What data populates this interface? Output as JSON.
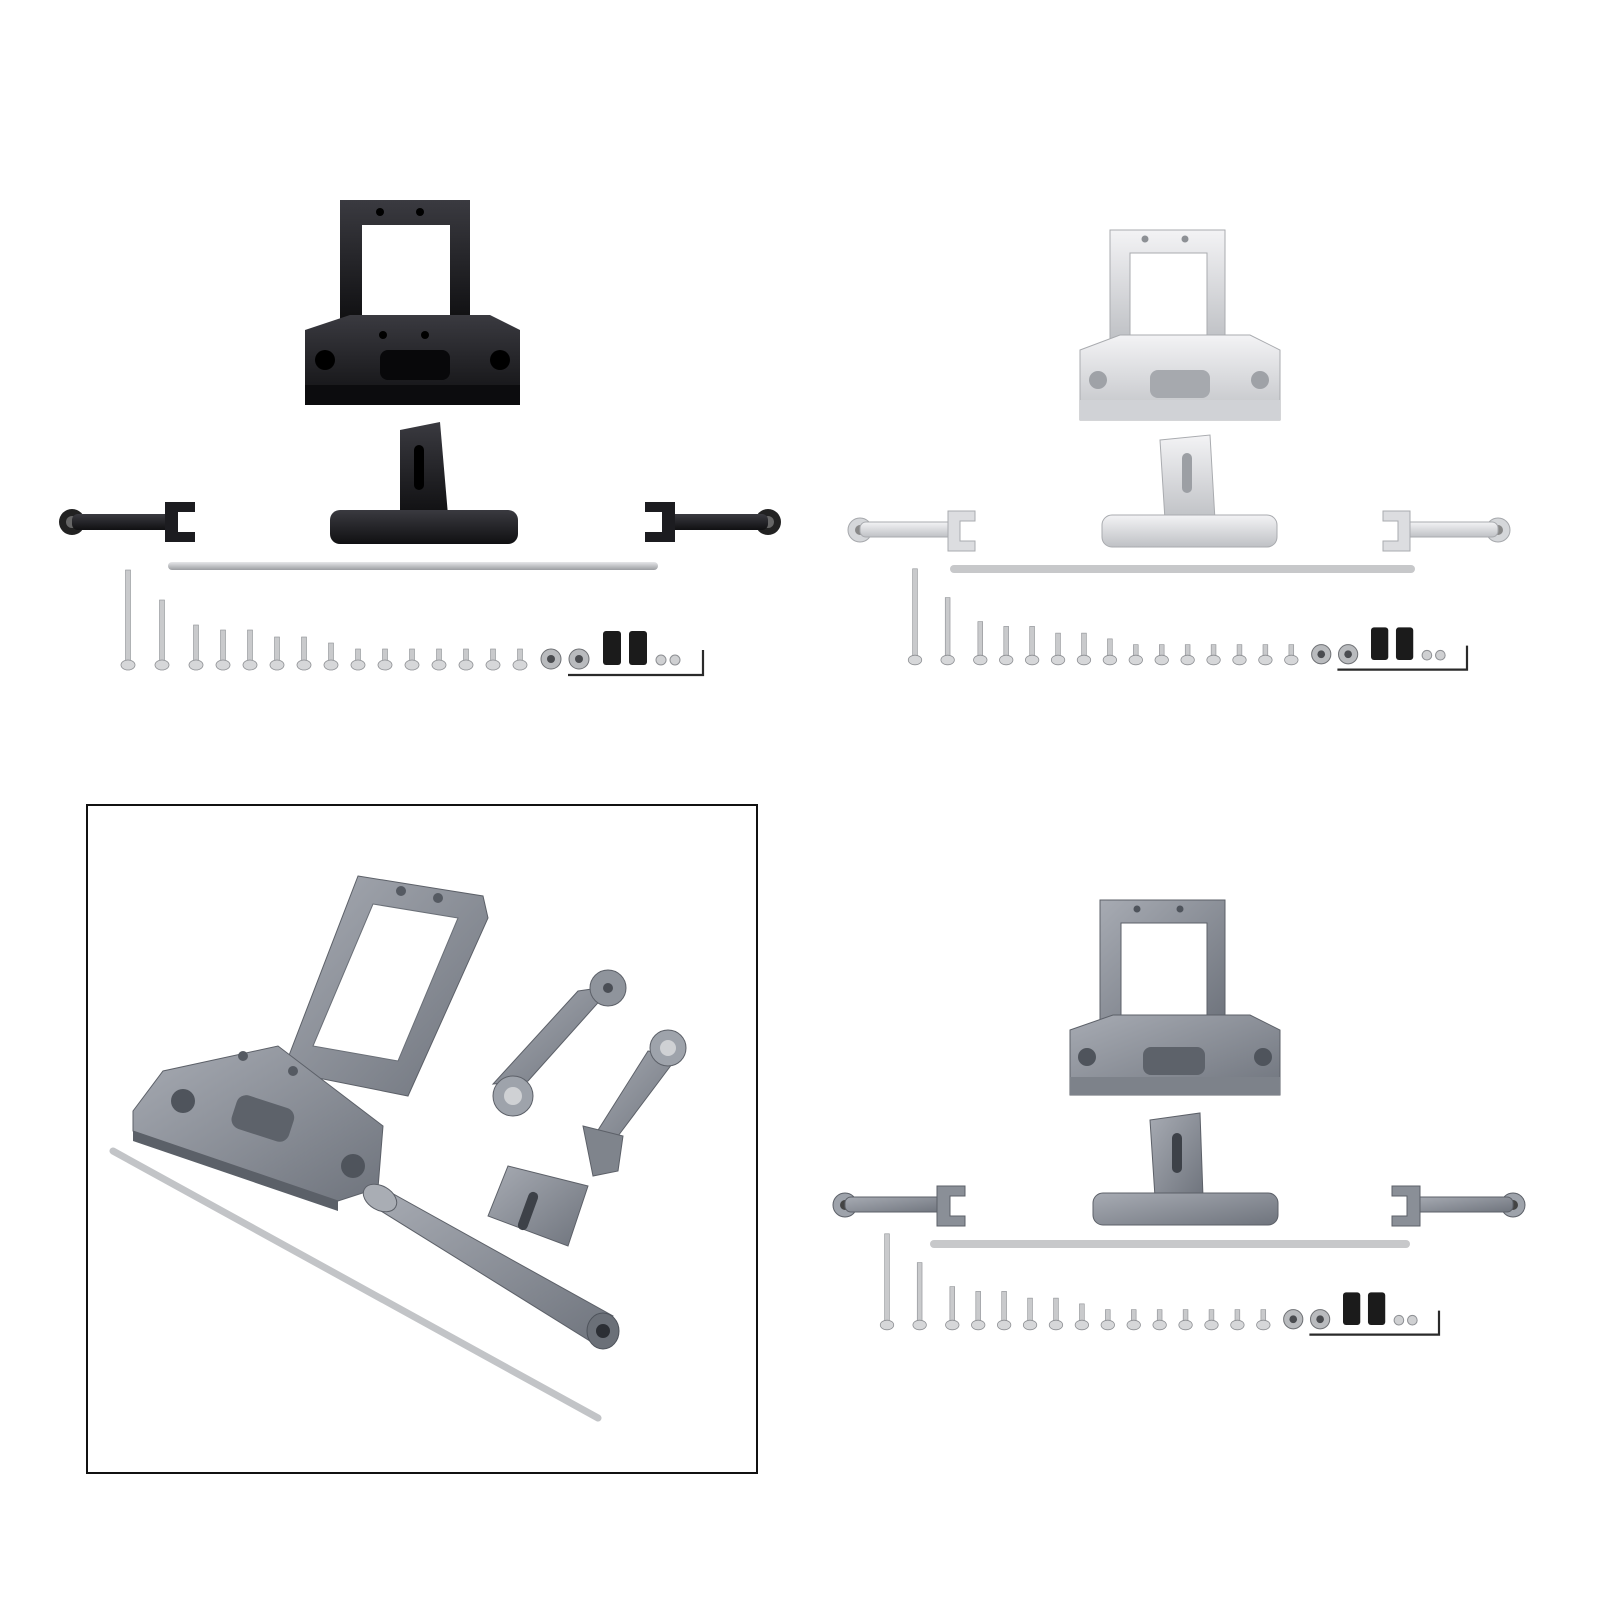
{
  "image": {
    "background": "#ffffff",
    "variants": [
      {
        "name": "black-kit",
        "color": "#1f1f22",
        "shade": "#0d0d0f",
        "highlight": "#4a4a50"
      },
      {
        "name": "silver-kit",
        "color": "#d9dadd",
        "shade": "#b4b6ba",
        "highlight": "#f2f2f4"
      },
      {
        "name": "titanium-kit",
        "color": "#8d929b",
        "shade": "#6d727b",
        "highlight": "#b5b9c0"
      }
    ],
    "hardware": {
      "screw": "#c9cacc",
      "standoff": "#1b1b1b",
      "rod": "#c7c8ca",
      "wrench": "#2a2a2a"
    },
    "frame_color": "#111111"
  }
}
